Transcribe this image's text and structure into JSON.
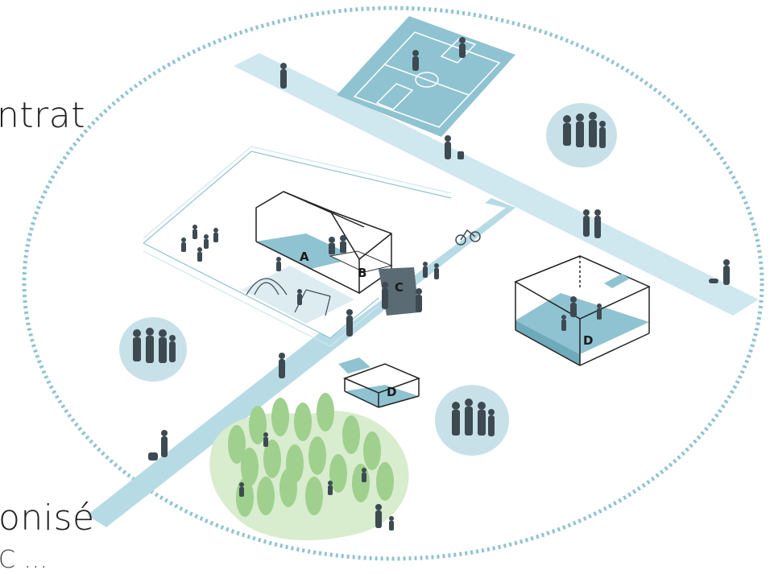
{
  "side_text": {
    "top": "ntrat",
    "bottom": "onisé",
    "cut": "C ..."
  },
  "labels": {
    "a": "A",
    "b": "B",
    "c": "C",
    "d_large": "D",
    "d_small": "D"
  },
  "colors": {
    "path": "#a9d3de",
    "zone": "#8fc3d1",
    "dark_zone": "#5a6b73",
    "people": "#3d4a52",
    "trees": "#9fd08e",
    "park": "#d8ecce",
    "dotted_ellipse": "#8fc3d1"
  }
}
